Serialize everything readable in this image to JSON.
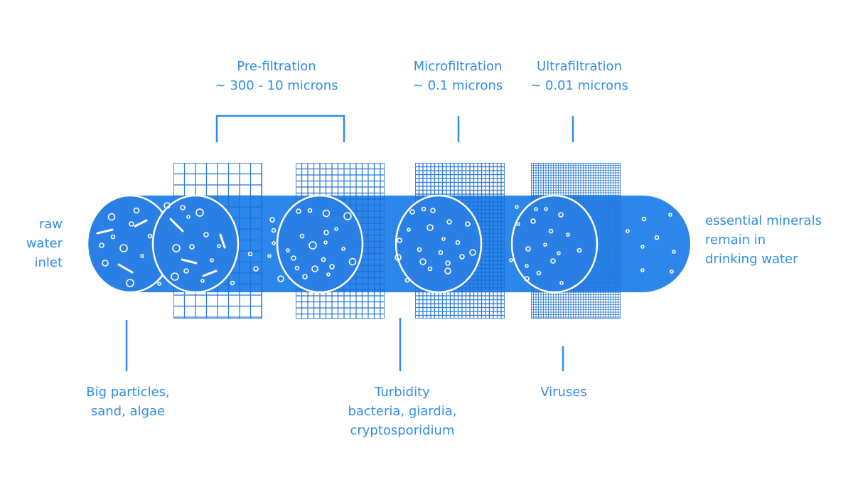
{
  "colors": {
    "accent": "#2f8ee8",
    "pipe_fill": "#2d86ea",
    "pipe_face": "#2a7fe5",
    "outline": "#ffffff",
    "grid": "#5a9fe8",
    "background": "#ffffff"
  },
  "stages": [
    {
      "title": "Pre-filtration",
      "size": "~ 300 - 10 microns"
    },
    {
      "title": "Microfiltration",
      "size": "~ 0.1 microns"
    },
    {
      "title": "Ultrafiltration",
      "size": "~ 0.01 microns"
    }
  ],
  "inlet": {
    "lines": [
      "raw",
      "water",
      "inlet"
    ]
  },
  "outlet": {
    "lines": [
      "essential minerals",
      "remain in",
      "drinking water"
    ]
  },
  "removed": [
    {
      "lines": [
        "Big particles,",
        "sand, algae"
      ]
    },
    {
      "lines": [
        "Turbidity",
        "bacteria, giardia,",
        "cryptosporidium"
      ]
    },
    {
      "lines": [
        "Viruses"
      ]
    }
  ],
  "filters": [
    {
      "name": "coarse-mesh-filter",
      "cell": 15.5
    },
    {
      "name": "fine-mesh-filter",
      "cell": 8.5
    },
    {
      "name": "micro-mesh-filter",
      "cell": 5.5
    },
    {
      "name": "ultra-mesh-filter",
      "cell": 3.5
    }
  ]
}
